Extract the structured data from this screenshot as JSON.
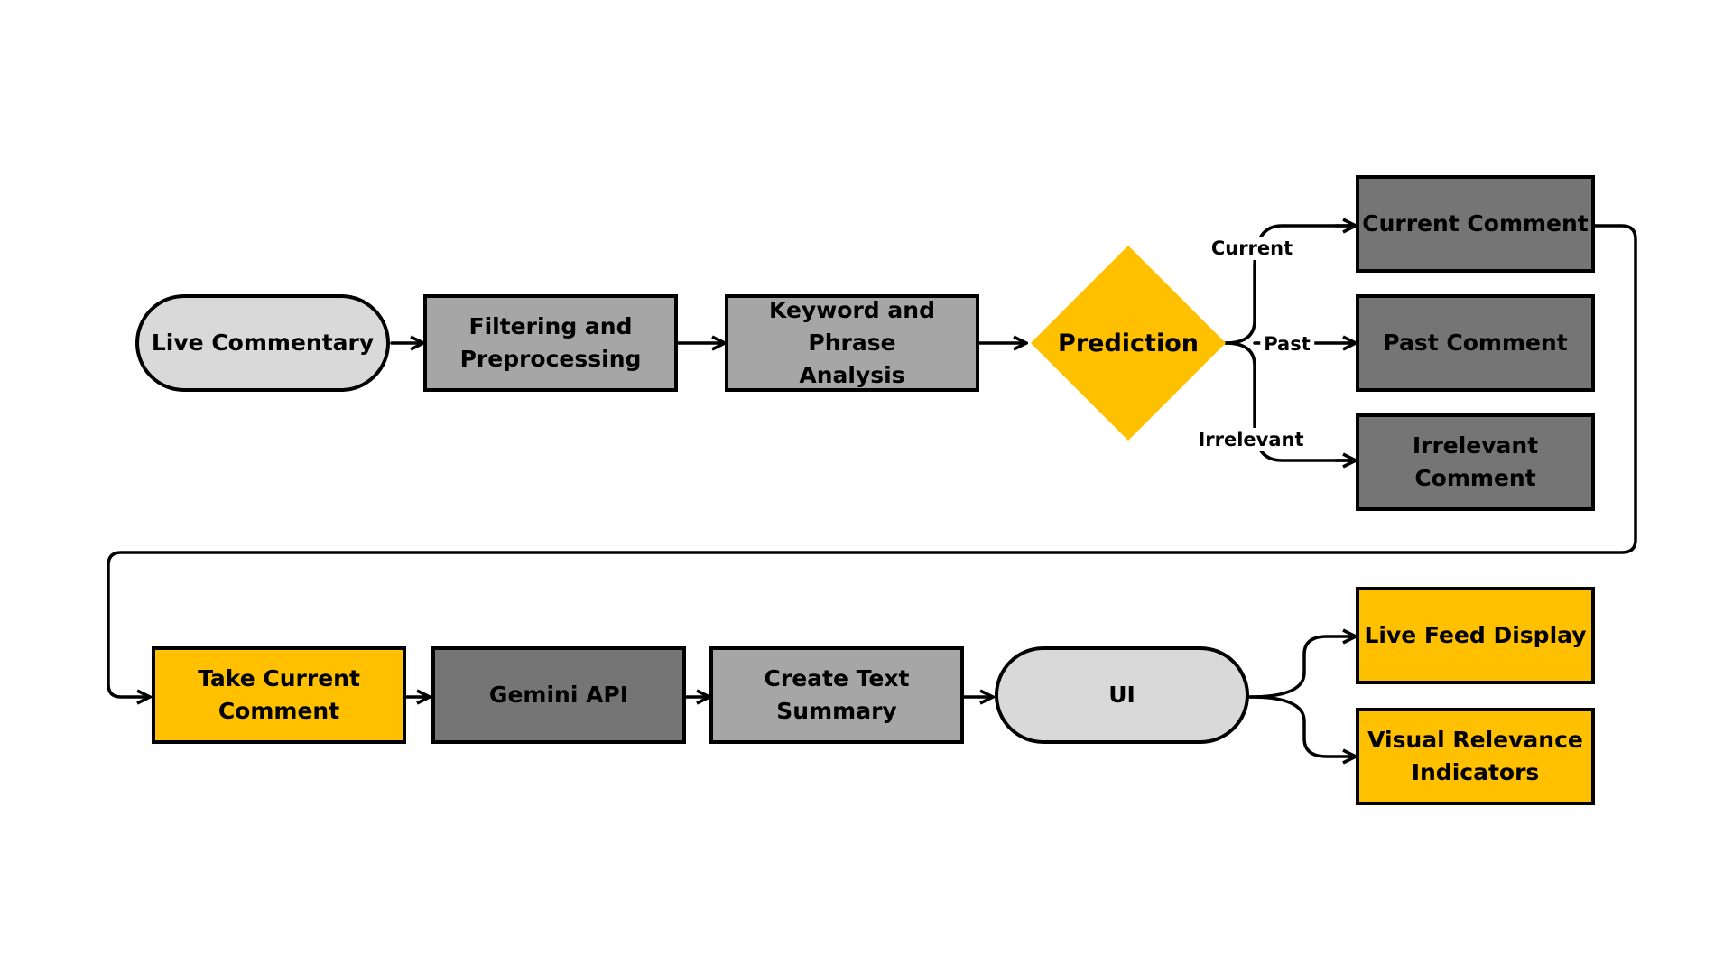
{
  "nodes": {
    "live_commentary": "Live Commentary",
    "filtering": [
      "Filtering and",
      "Preprocessing"
    ],
    "keyword": [
      "Keyword and Phrase",
      "Analysis"
    ],
    "prediction": "Prediction",
    "current_comment": "Current Comment",
    "past_comment": "Past Comment",
    "irrelevant_comment": [
      "Irrelevant",
      "Comment"
    ],
    "take_current": [
      "Take Current",
      "Comment"
    ],
    "gemini_api": "Gemini API",
    "create_summary": "Create Text Summary",
    "ui": "UI",
    "live_feed": "Live Feed Display",
    "visual_relevance": [
      "Visual Relevance",
      "Indicators"
    ]
  },
  "branch_labels": {
    "current": "Current",
    "past": "Past",
    "irrelevant": "Irrelevant"
  },
  "colors": {
    "light_grey": "#d9d9d9",
    "mid_grey": "#a6a6a6",
    "dark_grey": "#757575",
    "yellow": "#ffc000",
    "stroke": "#000000"
  }
}
